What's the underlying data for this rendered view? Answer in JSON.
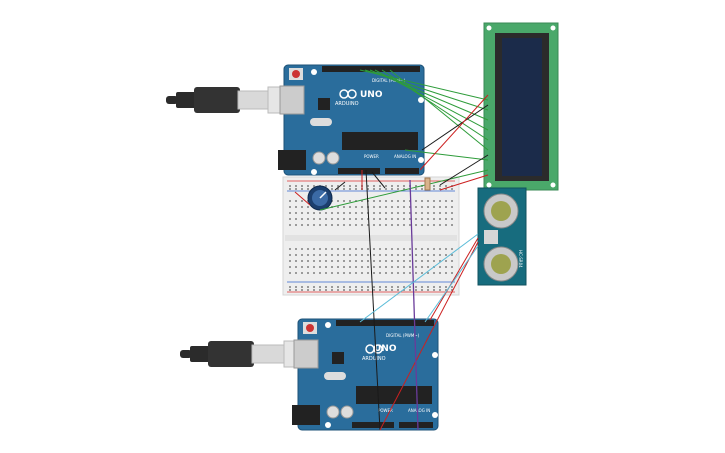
{
  "canvas": {
    "background": "#ffffff"
  },
  "boards": {
    "top": {
      "brand": "ARDUINO",
      "model": "UNO",
      "digital_label": "DIGITAL (PWM~)",
      "power_label": "POWER",
      "analog_label": "ANALOG IN"
    },
    "bottom": {
      "brand": "ARDUINO",
      "model": "UNO",
      "digital_label": "DIGITAL (PWM~)",
      "power_label": "POWER",
      "analog_label": "ANALOG IN"
    }
  },
  "sensor": {
    "label": "HC-SR04"
  },
  "colors": {
    "board": "#2a6d9c",
    "board_edge": "#1d5277",
    "lcd_pcb": "#4aa86a",
    "lcd_screen": "#1b2b4a",
    "sensor_pcb": "#176c7e",
    "breadboard": "#eeeeee",
    "usb_cable": "#2b2b2b",
    "usb_plug": "#d9d9d9",
    "wire_green": "#2e9c3a",
    "wire_black": "#1a1a1a",
    "wire_red": "#cc2020",
    "wire_purple": "#6a3b9a",
    "wire_cyan": "#5bbcd8",
    "rail_red": "#d33",
    "rail_blue": "#36c"
  },
  "icons": [
    "usb-plug-icon",
    "arduino-logo-icon",
    "potentiometer-icon"
  ]
}
